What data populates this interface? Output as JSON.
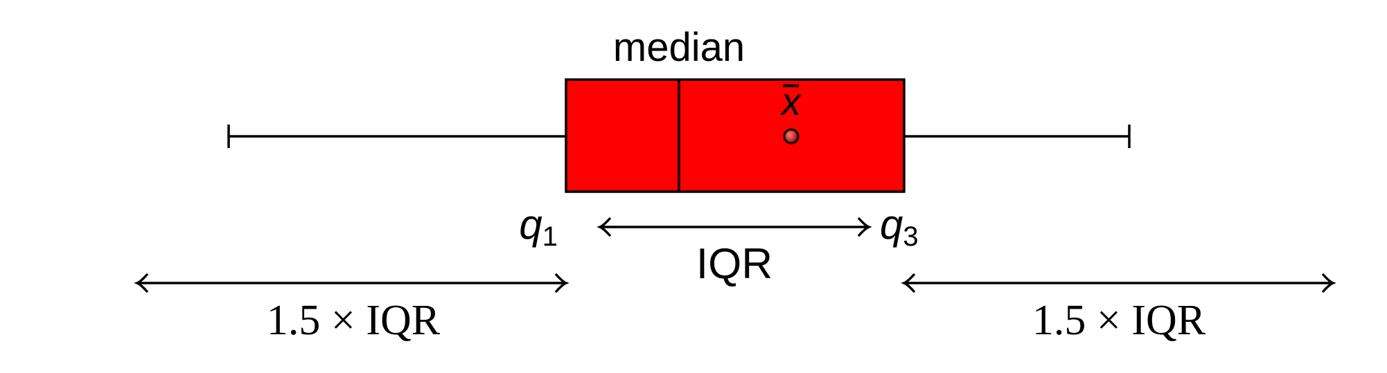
{
  "diagram": {
    "labels": {
      "median": "median",
      "mean_symbol": "x",
      "q1_letter": "q",
      "q1_subscript": "1",
      "q3_letter": "q",
      "q3_subscript": "3",
      "iqr": "IQR",
      "left_fence": "1.5 × IQR",
      "right_fence": "1.5 × IQR"
    },
    "colors": {
      "box_fill": "#ff0000",
      "stroke": "#000000",
      "background": "#ffffff"
    }
  }
}
